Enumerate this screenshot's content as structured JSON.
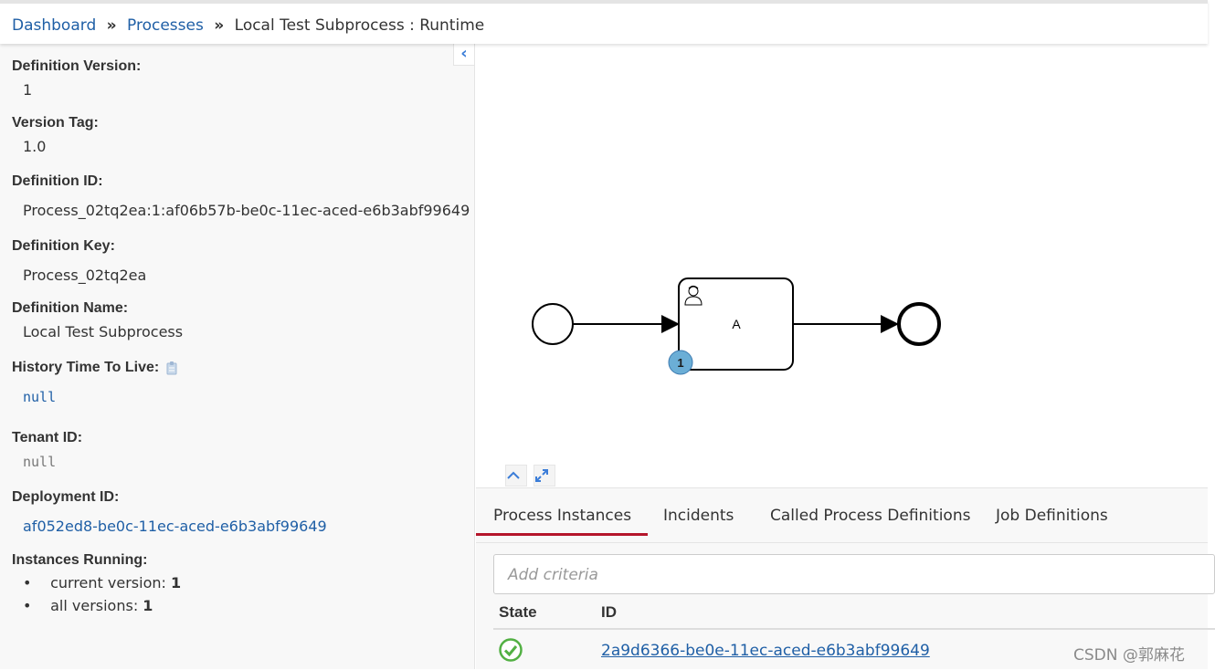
{
  "breadcrumb": {
    "items": [
      {
        "label": "Dashboard"
      },
      {
        "label": "Processes"
      }
    ],
    "separator": "»",
    "current": "Local Test Subprocess : Runtime"
  },
  "sidebar": {
    "collapse_glyph": "‹",
    "definition_version": {
      "label": "Definition Version:",
      "value": "1"
    },
    "version_tag": {
      "label": "Version Tag:",
      "value": "1.0"
    },
    "definition_id": {
      "label": "Definition ID:",
      "value": "Process_02tq2ea:1:af06b57b-be0c-11ec-aced-e6b3abf99649"
    },
    "definition_key": {
      "label": "Definition Key:",
      "value": "Process_02tq2ea"
    },
    "definition_name": {
      "label": "Definition Name:",
      "value": "Local Test Subprocess"
    },
    "history_ttl": {
      "label": "History Time To Live:",
      "value": "null",
      "icon": "edit-icon"
    },
    "tenant_id": {
      "label": "Tenant ID:",
      "value": "null"
    },
    "deployment_id": {
      "label": "Deployment ID:",
      "value": "af052ed8-be0c-11ec-aced-e6b3abf99649"
    },
    "instances_running": {
      "label": "Instances Running:",
      "current_label": "current version:",
      "current_value": "1",
      "all_label": "all versions:",
      "all_value": "1"
    }
  },
  "diagram": {
    "task_label": "A",
    "task_icon": "user-task-icon",
    "badge_count": "1",
    "zoom_up_icon": "chevron-up-icon",
    "fullscreen_icon": "expand-icon"
  },
  "tabs": [
    {
      "label": "Process Instances",
      "active": true
    },
    {
      "label": "Incidents",
      "active": false
    },
    {
      "label": "Called Process Definitions",
      "active": false
    },
    {
      "label": "Job Definitions",
      "active": false
    }
  ],
  "search": {
    "placeholder": "Add criteria"
  },
  "table": {
    "headers": {
      "state": "State",
      "id": "ID"
    },
    "rows": [
      {
        "state_icon": "check-circle-icon",
        "id": "2a9d6366-be0e-11ec-aced-e6b3abf99649"
      }
    ]
  },
  "watermark": "CSDN @郭麻花",
  "colors": {
    "link": "#1f5fa6",
    "active_tab": "#b5152b",
    "badge": "#6baed6",
    "success": "#52b043"
  }
}
